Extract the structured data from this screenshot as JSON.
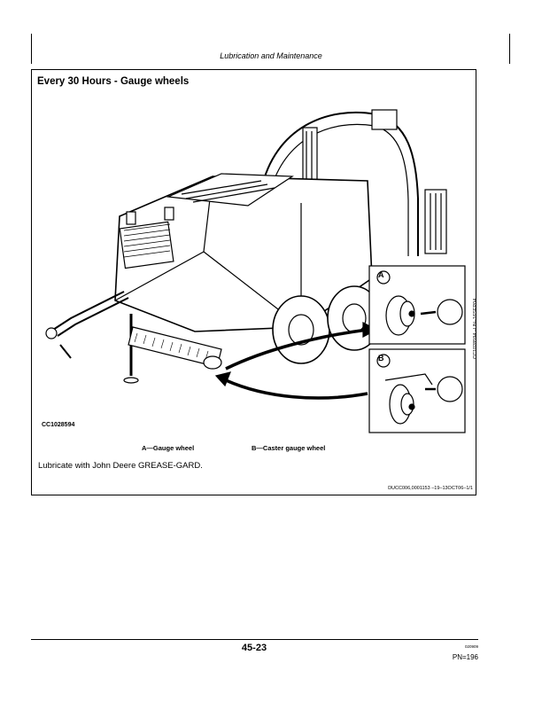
{
  "header": {
    "running_head": "Lubrication and Maintenance"
  },
  "section": {
    "title": "Every 30 Hours - Gauge wheels",
    "figure_id": "CC1028594",
    "side_reference": "CC1028594 –UN–16SEP04",
    "callouts": [
      "A",
      "B"
    ],
    "legend": [
      "A—Gauge wheel",
      "B—Caster gauge wheel"
    ],
    "instruction": "Lubricate with John Deere GREASE-GARD.",
    "doc_code": "DUCC006,0001153   –19–13OCT06–1/1"
  },
  "footer": {
    "page_number": "45-23",
    "small_code": "020909",
    "pn": "PN=196"
  }
}
